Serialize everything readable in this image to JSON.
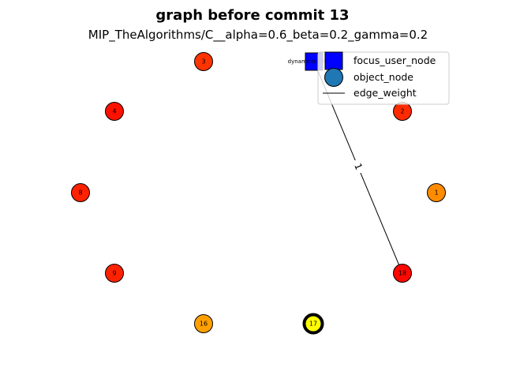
{
  "title": "graph before commit 13",
  "subtitle": "MIP_TheAlgorithms/C__alpha=0.6_beta=0.2_gamma=0.2",
  "focus_node": {
    "label": "dynamitechdidakai",
    "color": "#0000ff"
  },
  "object_nodes": [
    {
      "label": "3",
      "color": "#ff3300",
      "ring": "normal"
    },
    {
      "label": "4",
      "color": "#ff1100",
      "ring": "normal"
    },
    {
      "label": "2",
      "color": "#ff2a00",
      "ring": "normal"
    },
    {
      "label": "8",
      "color": "#ff2200",
      "ring": "normal"
    },
    {
      "label": "1",
      "color": "#ff8c00",
      "ring": "normal"
    },
    {
      "label": "9",
      "color": "#ff2200",
      "ring": "normal"
    },
    {
      "label": "18",
      "color": "#ff0800",
      "ring": "normal"
    },
    {
      "label": "16",
      "color": "#ffa000",
      "ring": "normal"
    },
    {
      "label": "17",
      "color": "#ffff00",
      "ring": "bold"
    }
  ],
  "edges": [
    {
      "from": "dynamitechdidakai",
      "to": "18",
      "label": "1"
    }
  ],
  "legend": {
    "focus_user_node": "focus_user_node",
    "object_node": "object_node",
    "edge_weight": "edge_weight",
    "focus_color": "#0000ff",
    "object_color": "#1f77b4"
  }
}
